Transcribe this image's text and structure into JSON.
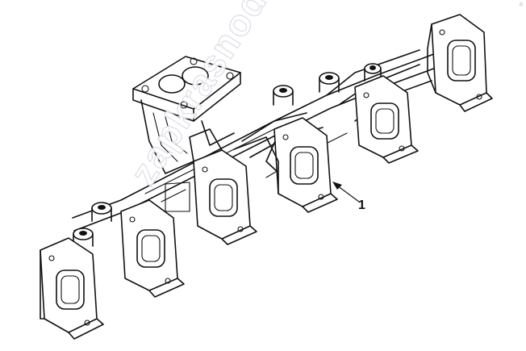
{
  "callout": {
    "label": "1"
  },
  "watermark": {
    "text": "zapkrasnodar.ru"
  },
  "corner_mark": {
    "text": "⌂"
  },
  "part": {
    "icon": "exhaust-manifold-drawing"
  }
}
